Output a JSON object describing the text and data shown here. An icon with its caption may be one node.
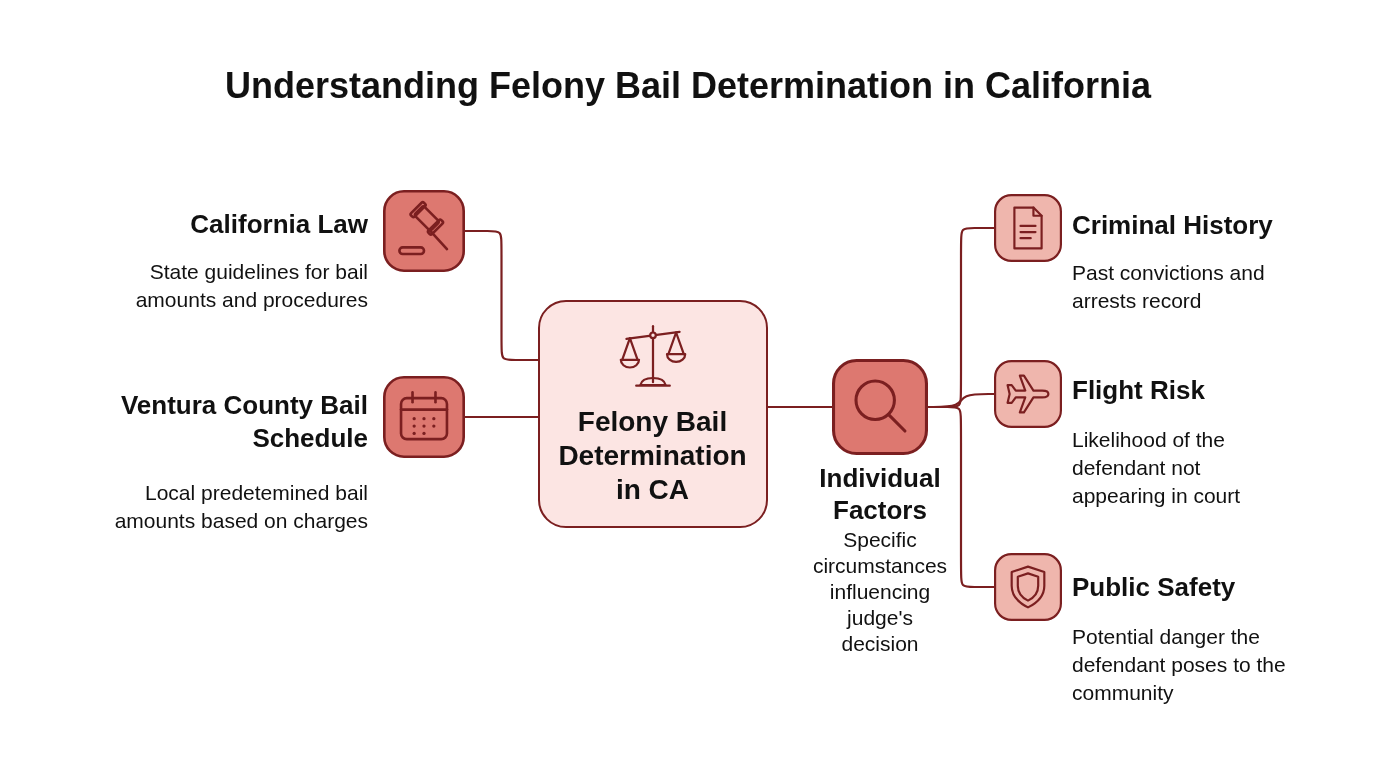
{
  "diagram": {
    "title": "Understanding Felony Bail Determination in California",
    "nodes": [
      {
        "text": [
          "California Law",
          "State guidelines for bail amounts and procedures"
        ]
      },
      {
        "text": [
          "Ventura County Bail Schedule",
          "Local predetemined bail amounts based on charges"
        ]
      },
      {
        "text": [
          "Felony Bail Determination in CA"
        ]
      },
      {
        "text": [
          "Individual Factors",
          "Specific circumstances influencing judge's decision"
        ]
      },
      {
        "text": [
          "Criminal History",
          "Past convictions and arrests record"
        ]
      },
      {
        "text": [
          "Flight Risk",
          "Likelihood of the defendant not appearing in court"
        ]
      },
      {
        "text": [
          "Public Safety",
          "Potential danger the defendant poses to the community"
        ]
      }
    ],
    "edges": [
      {
        "from": 0,
        "to": 2,
        "arrow": "none"
      },
      {
        "from": 1,
        "to": 2,
        "arrow": "none"
      },
      {
        "from": 2,
        "to": 3,
        "arrow": "none"
      },
      {
        "from": 3,
        "to": 4,
        "arrow": "none"
      },
      {
        "from": 3,
        "to": 5,
        "arrow": "none"
      },
      {
        "from": 3,
        "to": 6,
        "arrow": "none"
      }
    ]
  }
}
